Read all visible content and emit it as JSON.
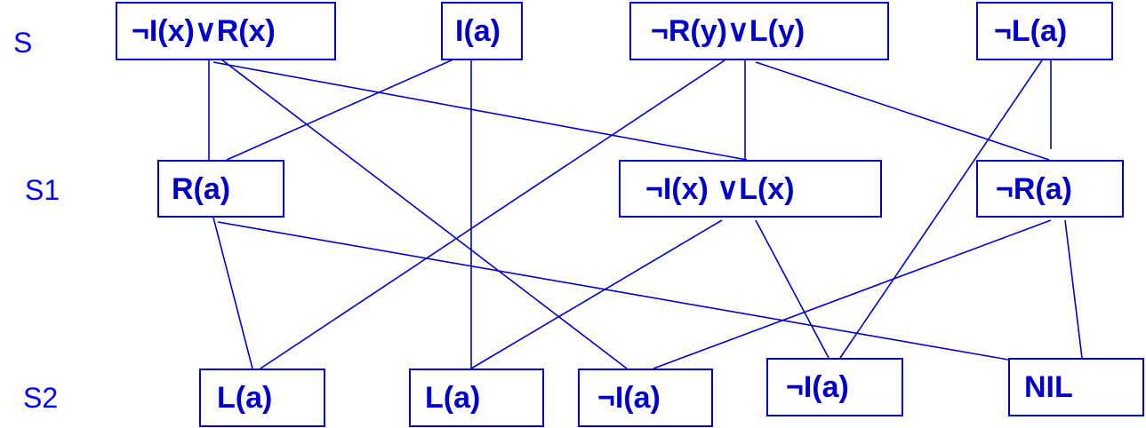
{
  "line_color": "#0000cc",
  "label_color": "#0000ff",
  "row_labels": {
    "s": "S",
    "s1": "S1",
    "s2": "S2"
  },
  "nodes": {
    "n1": "¬I(x)∨R(x)",
    "n2": "I(a)",
    "n3": "¬R(y)∨L(y)",
    "n4": "¬L(a)",
    "r1": "R(a)",
    "r2": "¬I(x) ∨L(x)",
    "r3": "¬R(a)",
    "b1": "L(a)",
    "b2": "L(a)",
    "b3": "¬I(a)",
    "b4": "¬I(a)",
    "b5": "NIL"
  }
}
